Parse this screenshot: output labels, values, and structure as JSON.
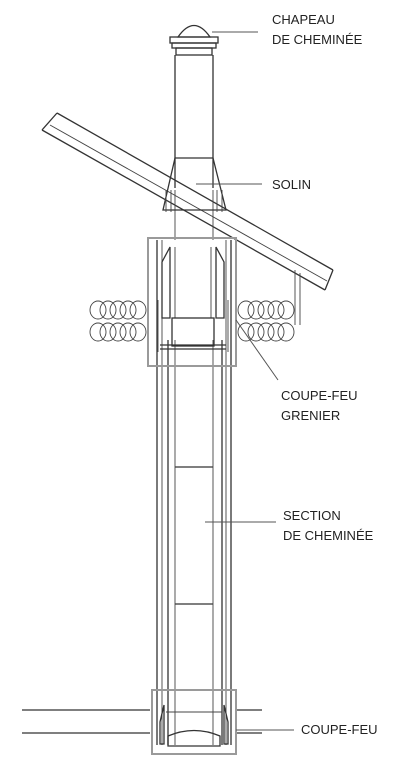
{
  "labels": {
    "cap_line1": "CHAPEAU",
    "cap_line2": "DE CHEMINÉE",
    "flashing": "SOLIN",
    "attic_line1": "COUPE-FEU",
    "attic_line2": "GRENIER",
    "section_line1": "SECTION",
    "section_line2": "DE CHEMINÉE",
    "firestop": "COUPE-FEU"
  },
  "colors": {
    "line": "#333333",
    "highlight_box": "#9a9a9a",
    "background": "#ffffff"
  }
}
